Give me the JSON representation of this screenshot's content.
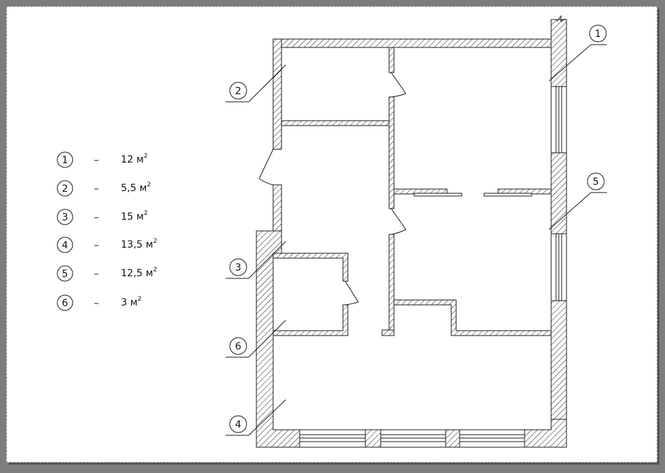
{
  "legend": [
    {
      "num": "1",
      "dash": "–",
      "value": "12 м",
      "unit_sup": "2"
    },
    {
      "num": "2",
      "dash": "–",
      "value": "5,5 м",
      "unit_sup": "2"
    },
    {
      "num": "3",
      "dash": "–",
      "value": "15 м",
      "unit_sup": "2"
    },
    {
      "num": "4",
      "dash": "–",
      "value": "13,5 м",
      "unit_sup": "2"
    },
    {
      "num": "5",
      "dash": "–",
      "value": "12,5 м",
      "unit_sup": "2"
    },
    {
      "num": "6",
      "dash": "–",
      "value": "3 м",
      "unit_sup": "2"
    }
  ],
  "callouts": {
    "c1": "1",
    "c2": "2",
    "c3": "3",
    "c4": "4",
    "c5": "5",
    "c6": "6"
  },
  "colors": {
    "line": "#1a1a1a",
    "paper": "#ffffff",
    "background": "#7d7d7d"
  }
}
